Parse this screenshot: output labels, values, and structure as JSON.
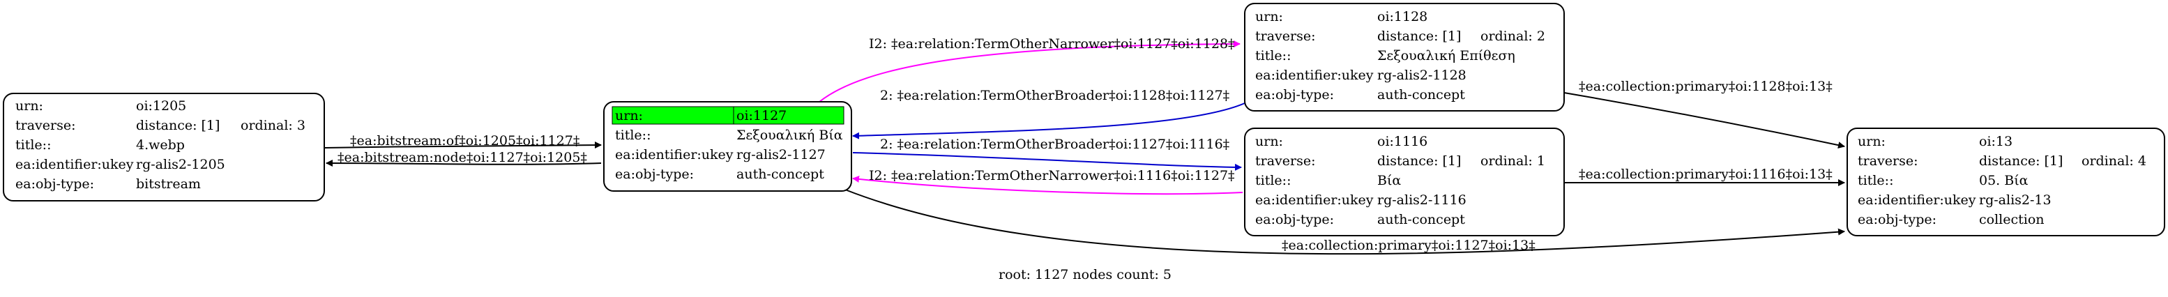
{
  "nodes": [
    {
      "id": "n1205",
      "rows": [
        [
          "urn:",
          "oi:1205",
          ""
        ],
        [
          "traverse:",
          "distance: [1]",
          "ordinal: 3"
        ],
        [
          "title::",
          "4.webp",
          ""
        ],
        [
          "ea:identifier:ukey",
          "rg-alis2-1205",
          ""
        ],
        [
          "ea:obj-type:",
          "bitstream",
          ""
        ]
      ]
    },
    {
      "id": "n1127",
      "highlight_first_row": true,
      "highlight_color": "#00ff00",
      "rows": [
        [
          "urn:",
          "oi:1127",
          ""
        ],
        [
          "title::",
          "Σεξουαλική Βία",
          ""
        ],
        [
          "ea:identifier:ukey",
          "rg-alis2-1127",
          ""
        ],
        [
          "ea:obj-type:",
          "auth-concept",
          ""
        ]
      ]
    },
    {
      "id": "n1128",
      "rows": [
        [
          "urn:",
          "oi:1128",
          ""
        ],
        [
          "traverse:",
          "distance: [1]",
          "ordinal: 2"
        ],
        [
          "title::",
          "Σεξουαλική Επίθεση",
          ""
        ],
        [
          "ea:identifier:ukey",
          "rg-alis2-1128",
          ""
        ],
        [
          "ea:obj-type:",
          "auth-concept",
          ""
        ]
      ]
    },
    {
      "id": "n1116",
      "rows": [
        [
          "urn:",
          "oi:1116",
          ""
        ],
        [
          "traverse:",
          "distance: [1]",
          "ordinal: 1"
        ],
        [
          "title::",
          "Βία",
          ""
        ],
        [
          "ea:identifier:ukey",
          "rg-alis2-1116",
          ""
        ],
        [
          "ea:obj-type:",
          "auth-concept",
          ""
        ]
      ]
    },
    {
      "id": "n13",
      "rows": [
        [
          "urn:",
          "oi:13",
          ""
        ],
        [
          "traverse:",
          "distance: [1]",
          "ordinal: 4"
        ],
        [
          "title::",
          "05. Βία",
          ""
        ],
        [
          "ea:identifier:ukey",
          "rg-alis2-13",
          ""
        ],
        [
          "ea:obj-type:",
          "collection",
          ""
        ]
      ]
    }
  ],
  "edges": [
    {
      "id": "e1",
      "from": "n1127",
      "to": "n1128",
      "color": "#ff00ff",
      "label": "I2: ‡ea:relation:TermOtherNarrower‡oi:1127‡oi:1128‡"
    },
    {
      "id": "e2",
      "from": "n1128",
      "to": "n1127",
      "color": "#0000cc",
      "label": "2: ‡ea:relation:TermOtherBroader‡oi:1128‡oi:1127‡"
    },
    {
      "id": "e3",
      "from": "n1127",
      "to": "n1116",
      "color": "#0000cc",
      "label": "2: ‡ea:relation:TermOtherBroader‡oi:1127‡oi:1116‡"
    },
    {
      "id": "e4",
      "from": "n1116",
      "to": "n1127",
      "color": "#ff00ff",
      "label": "I2: ‡ea:relation:TermOtherNarrower‡oi:1116‡oi:1127‡"
    },
    {
      "id": "e5",
      "from": "n1205",
      "to": "n1127",
      "color": "#000000",
      "label": "‡ea:bitstream:of‡oi:1205‡oi:1127‡"
    },
    {
      "id": "e6",
      "from": "n1127",
      "to": "n1205",
      "color": "#000000",
      "label": "‡ea:bitstream:node‡oi:1127‡oi:1205‡"
    },
    {
      "id": "e7",
      "from": "n1128",
      "to": "n13",
      "color": "#000000",
      "label": "‡ea:collection:primary‡oi:1128‡oi:13‡"
    },
    {
      "id": "e8",
      "from": "n1116",
      "to": "n13",
      "color": "#000000",
      "label": "‡ea:collection:primary‡oi:1116‡oi:13‡"
    },
    {
      "id": "e9",
      "from": "n1127",
      "to": "n13",
      "color": "#000000",
      "label": "‡ea:collection:primary‡oi:1127‡oi:13‡"
    }
  ],
  "caption": "root: 1127 nodes count: 5"
}
